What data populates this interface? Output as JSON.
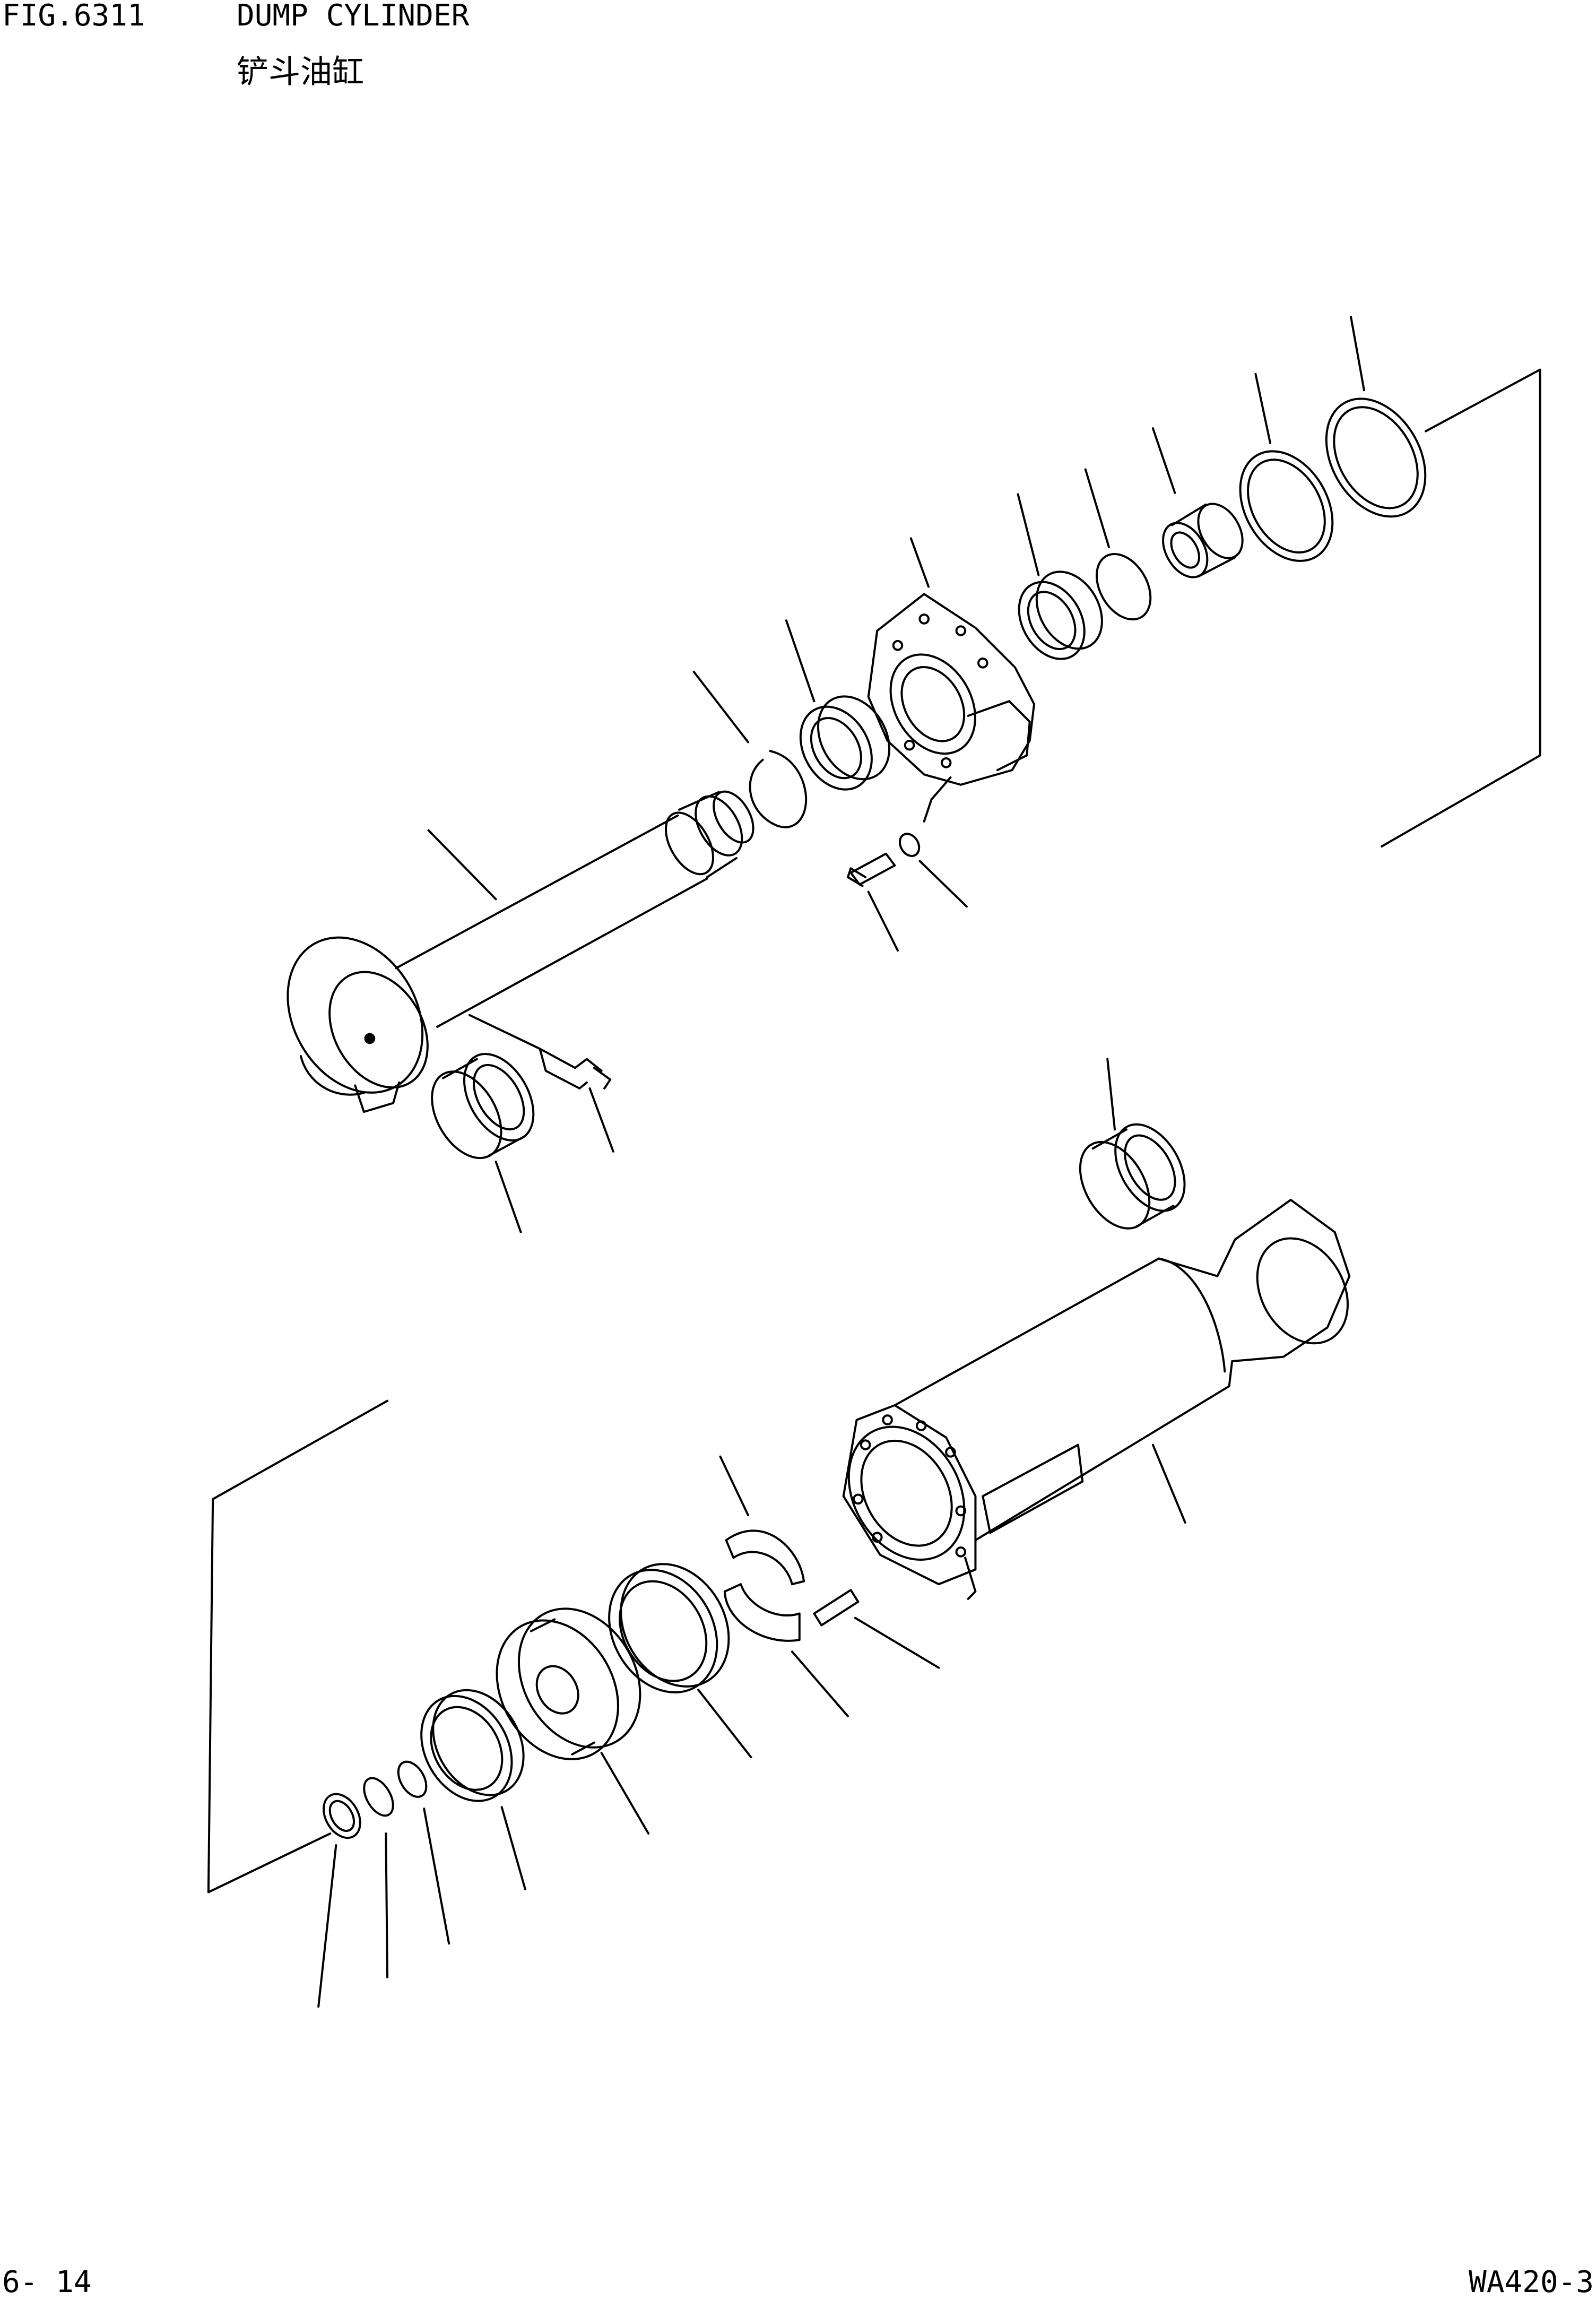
{
  "header": {
    "fig_number": "FIG.6311",
    "title_en": "DUMP CYLINDER",
    "title_cn": "铲斗油缸"
  },
  "footer": {
    "page_number": "6- 14",
    "model": "WA420-3"
  },
  "colors": {
    "ink": "#000000",
    "paper": "#ffffff"
  }
}
